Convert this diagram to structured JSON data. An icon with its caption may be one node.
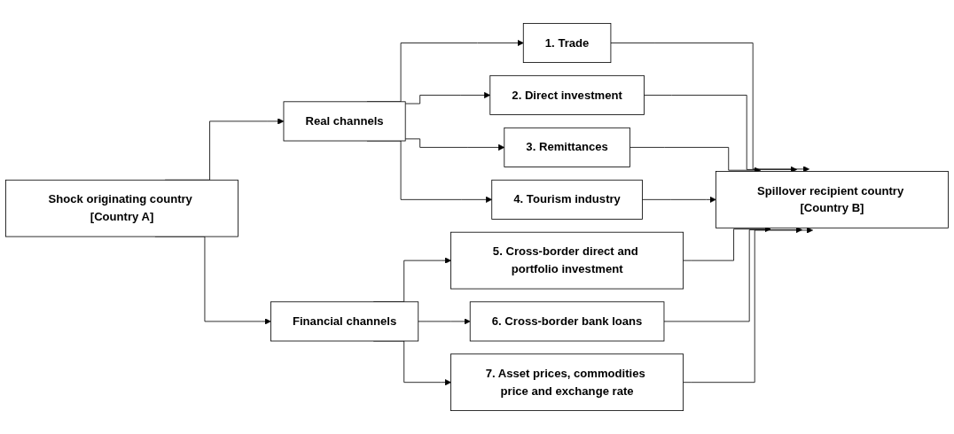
{
  "diagram": {
    "nodes": [
      {
        "text": [
          "Shock originating country [Country A]"
        ]
      },
      {
        "text": [
          "Real channels"
        ]
      },
      {
        "text": [
          "Financial channels"
        ]
      },
      {
        "text": [
          "1. Trade"
        ]
      },
      {
        "text": [
          "2. Direct investment"
        ]
      },
      {
        "text": [
          "3. Remittances"
        ]
      },
      {
        "text": [
          "4. Tourism industry"
        ]
      },
      {
        "text": [
          "5. Cross-border direct and portfolio investment"
        ]
      },
      {
        "text": [
          "6. Cross-border bank loans"
        ]
      },
      {
        "text": [
          "7. Asset prices, commodities price and exchange rate"
        ]
      },
      {
        "text": [
          "Spillover recipient country [Country B]"
        ]
      }
    ],
    "edges": [
      {
        "from": 0,
        "to": 1,
        "arrow": "to"
      },
      {
        "from": 0,
        "to": 2,
        "arrow": "to"
      },
      {
        "from": 1,
        "to": 3,
        "arrow": "to"
      },
      {
        "from": 1,
        "to": 4,
        "arrow": "to"
      },
      {
        "from": 1,
        "to": 5,
        "arrow": "to"
      },
      {
        "from": 1,
        "to": 6,
        "arrow": "to"
      },
      {
        "from": 2,
        "to": 7,
        "arrow": "to"
      },
      {
        "from": 2,
        "to": 8,
        "arrow": "to"
      },
      {
        "from": 2,
        "to": 9,
        "arrow": "to"
      },
      {
        "from": 3,
        "to": 10,
        "arrow": "to"
      },
      {
        "from": 4,
        "to": 10,
        "arrow": "to"
      },
      {
        "from": 5,
        "to": 10,
        "arrow": "to"
      },
      {
        "from": 6,
        "to": 10,
        "arrow": "to"
      },
      {
        "from": 7,
        "to": 10,
        "arrow": "to"
      },
      {
        "from": 8,
        "to": 10,
        "arrow": "to"
      },
      {
        "from": 9,
        "to": 10,
        "arrow": "to"
      }
    ]
  }
}
